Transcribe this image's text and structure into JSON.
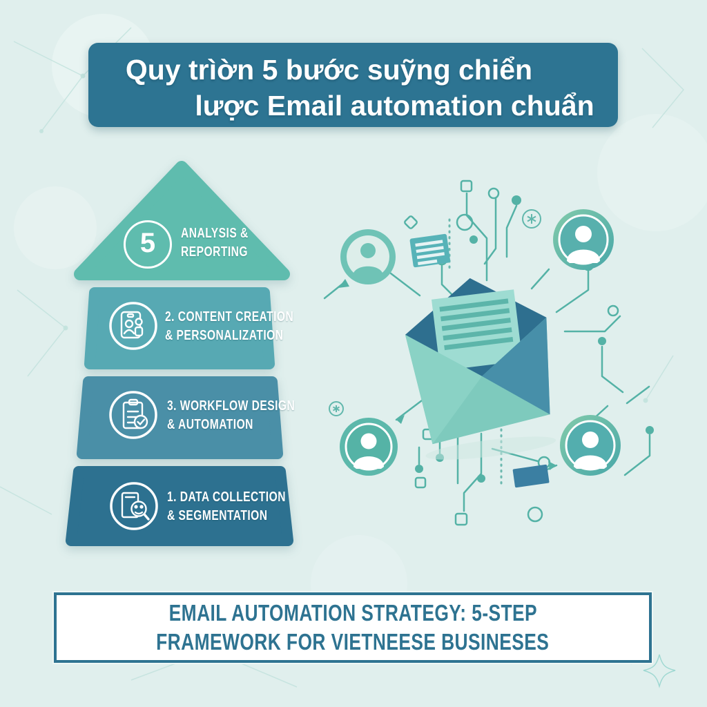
{
  "header": {
    "title_line1": "Quy trìờn 5 bước suỹng chiển",
    "title_line2": "lược Email automation chuẩn",
    "bg_color": "#2d7492",
    "text_color": "#ffffff"
  },
  "pyramid": {
    "steps": [
      {
        "number": "5",
        "label_line1": "ANALYSIS &",
        "label_line2": "REPORTING",
        "color": "#5fbcae",
        "icon": "number-5-badge"
      },
      {
        "label_line1": "2. CONTENT CREATION",
        "label_line2": "& PERSONALIZATION",
        "color": "#57a9b3",
        "icon": "contact-card-icon"
      },
      {
        "label_line1": "3. WORKFLOW DESIGN",
        "label_line2": "& AUTOMATION",
        "color": "#4a8fa7",
        "icon": "clipboard-check-icon"
      },
      {
        "label_line1": "1. DATA COLLECTION",
        "label_line2": "& SEGMENTATION",
        "color": "#2d7190",
        "icon": "search-users-icon"
      }
    ]
  },
  "illustration": {
    "icons": [
      "open-envelope-icon",
      "user-avatar-icon",
      "user-avatar-icon",
      "user-avatar-icon",
      "user-avatar-icon",
      "message-card-icon",
      "message-card-icon",
      "circuit-trace",
      "asterisk-node-icon",
      "sparkle-icon"
    ],
    "accent_teal": "#54b2a6",
    "envelope_body_color": "#7ecabd",
    "envelope_flap_color": "#2e6f8f"
  },
  "footer": {
    "line1": "EMAIL AUTOMATION STRATEGY: 5-STEP",
    "line2": "FRAMEWORK FOR VIETNEESE BUSINESES",
    "text_color": "#2e7391",
    "border_color": "#2e7391",
    "bg_color": "#ffffff"
  },
  "canvas": {
    "bg_color": "#e0efed"
  }
}
